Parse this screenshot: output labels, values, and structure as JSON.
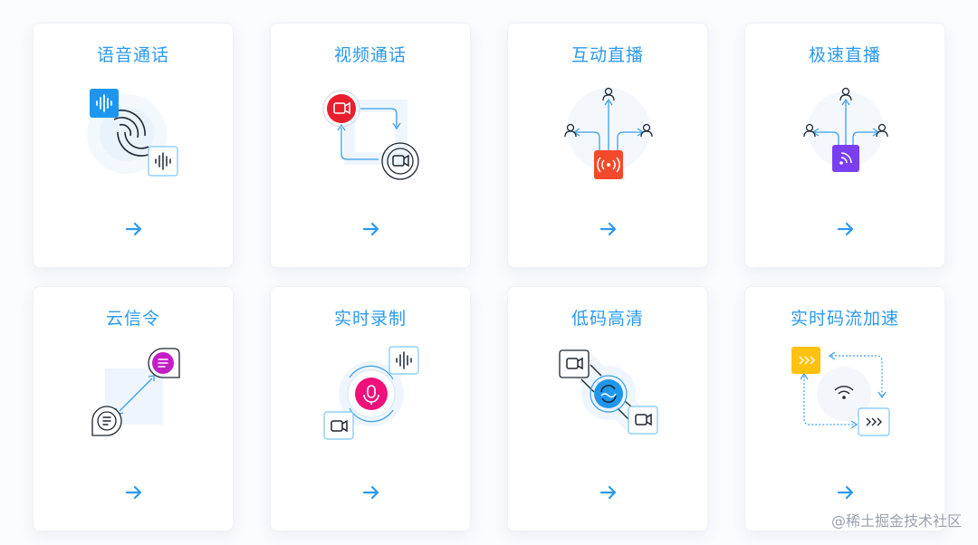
{
  "cards": [
    {
      "title": "语音通话",
      "icon": "voice-call-icon"
    },
    {
      "title": "视频通话",
      "icon": "video-call-icon"
    },
    {
      "title": "互动直播",
      "icon": "interactive-live-icon"
    },
    {
      "title": "极速直播",
      "icon": "fast-live-icon"
    },
    {
      "title": "云信令",
      "icon": "cloud-signaling-icon"
    },
    {
      "title": "实时录制",
      "icon": "realtime-recording-icon"
    },
    {
      "title": "低码高清",
      "icon": "low-bitrate-hd-icon"
    },
    {
      "title": "实时码流加速",
      "icon": "stream-acceleration-icon"
    }
  ],
  "watermark": "@稀土掘金技术社区",
  "colors": {
    "title": "#2a9af0",
    "arrow": "#2a9af0",
    "voice_blue": "#1e96f0",
    "video_red": "#e8202e",
    "live_orange": "#f24a2a",
    "fast_purple": "#7b3ff2",
    "signal_magenta": "#c21ec6",
    "record_pink": "#f0107a",
    "hd_blue": "#1f96ec",
    "accel_yellow": "#ffc20e"
  }
}
